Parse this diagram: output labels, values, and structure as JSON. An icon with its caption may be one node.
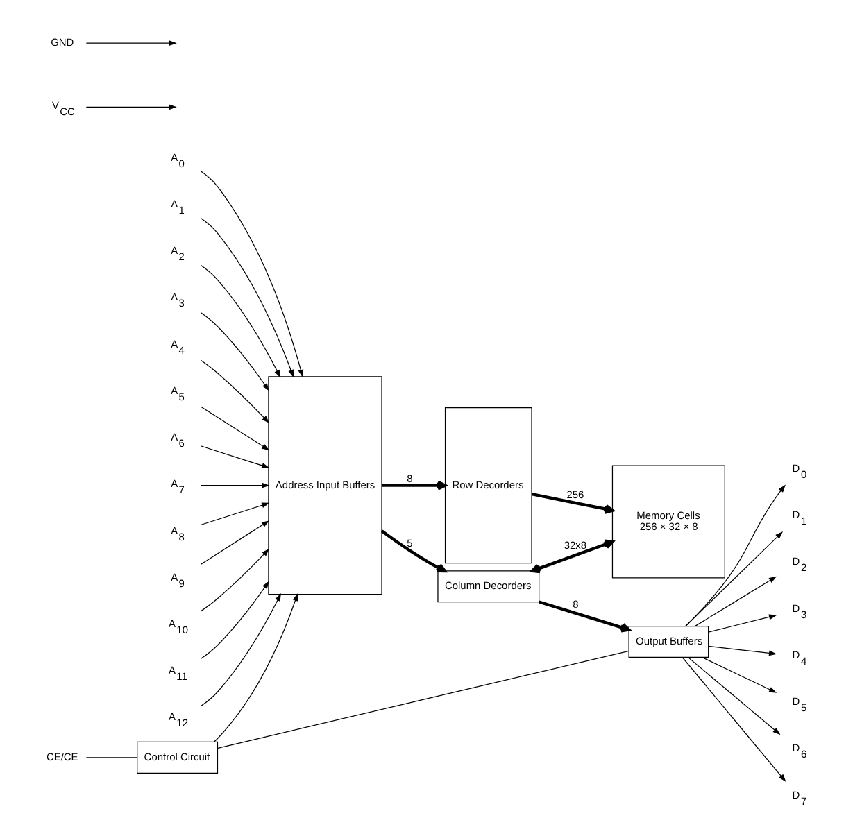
{
  "diagram": {
    "nodes": [
      {
        "text": [
          "Control Circuit"
        ]
      },
      {
        "text": [
          "Output Buffers"
        ]
      },
      {
        "text": [
          "Column Decorders"
        ]
      },
      {
        "text": [
          "Memory Cells",
          "256 × 32 × 8"
        ]
      },
      {
        "text": [
          "Address Input Buffers"
        ]
      },
      {
        "text": [
          "Row Decorders"
        ]
      },
      {
        "text": [
          "CE/CE"
        ]
      },
      {
        "text": [
          "V$_{CC}$"
        ]
      },
      {
        "text": [
          "GND"
        ]
      },
      {
        "text": [
          "D$_{0}$"
        ]
      },
      {
        "text": [
          "D$_{1}$"
        ]
      },
      {
        "text": [
          "D$_{2}$"
        ]
      },
      {
        "text": [
          "D$_{3}$"
        ]
      },
      {
        "text": [
          "D$_{4}$"
        ]
      },
      {
        "text": [
          "D$_{5}$"
        ]
      },
      {
        "text": [
          "D$_{6}$"
        ]
      },
      {
        "text": [
          "D$_{7}$"
        ]
      },
      {
        "text": [
          "A$_{0}$"
        ]
      },
      {
        "text": [
          "A$_{1}$"
        ]
      },
      {
        "text": [
          "A$_{2}$"
        ]
      },
      {
        "text": [
          "A$_{3}$"
        ]
      },
      {
        "text": [
          "A$_{4}$"
        ]
      },
      {
        "text": [
          "A$_{5}$"
        ]
      },
      {
        "text": [
          "A$_{6}$"
        ]
      },
      {
        "text": [
          "A$_{7}$"
        ]
      },
      {
        "text": [
          "A$_{8}$"
        ]
      },
      {
        "text": [
          "A$_{9}$"
        ]
      },
      {
        "text": [
          "A$_{10}$"
        ]
      },
      {
        "text": [
          "A$_{11}$"
        ]
      },
      {
        "text": [
          "A$_{12}$"
        ]
      }
    ],
    "edges": [
      {
        "from": 6,
        "to": 0,
        "arrow": "none"
      },
      {
        "from": 7,
        "to": null,
        "arrow": "to"
      },
      {
        "from": 8,
        "to": null,
        "arrow": "to"
      },
      {
        "from": 0,
        "to": 1,
        "arrow": "none"
      },
      {
        "from": 0,
        "to": 4,
        "arrow": "to"
      },
      {
        "from": 1,
        "to": 9,
        "arrow": "to"
      },
      {
        "from": 1,
        "to": 10,
        "arrow": "to"
      },
      {
        "from": 1,
        "to": 11,
        "arrow": "to"
      },
      {
        "from": 1,
        "to": 12,
        "arrow": "to"
      },
      {
        "from": 1,
        "to": 13,
        "arrow": "to"
      },
      {
        "from": 1,
        "to": 14,
        "arrow": "to"
      },
      {
        "from": 1,
        "to": 15,
        "arrow": "to"
      },
      {
        "from": 1,
        "to": 16,
        "arrow": "to"
      },
      {
        "from": 17,
        "to": 4,
        "arrow": "to"
      },
      {
        "from": 18,
        "to": 4,
        "arrow": "to"
      },
      {
        "from": 19,
        "to": 4,
        "arrow": "to"
      },
      {
        "from": 20,
        "to": 4,
        "arrow": "to"
      },
      {
        "from": 21,
        "to": 4,
        "arrow": "to"
      },
      {
        "from": 22,
        "to": 4,
        "arrow": "to"
      },
      {
        "from": 23,
        "to": 4,
        "arrow": "to"
      },
      {
        "from": 24,
        "to": 4,
        "arrow": "to"
      },
      {
        "from": 25,
        "to": 4,
        "arrow": "to"
      },
      {
        "from": 26,
        "to": 4,
        "arrow": "to"
      },
      {
        "from": 27,
        "to": 4,
        "arrow": "to"
      },
      {
        "from": 28,
        "to": 4,
        "arrow": "to"
      },
      {
        "from": 29,
        "to": 4,
        "arrow": "to"
      },
      {
        "from": 4,
        "to": 2,
        "arrow": "to",
        "label": "5",
        "style": "thick"
      },
      {
        "from": 4,
        "to": 5,
        "arrow": "to",
        "label": "8",
        "style": "thick"
      },
      {
        "from": 5,
        "to": 3,
        "arrow": "to",
        "label": "256",
        "style": "thick"
      },
      {
        "from": 2,
        "to": 1,
        "arrow": "to",
        "label": "8",
        "style": "thick"
      },
      {
        "from": 2,
        "to": 3,
        "arrow": "both",
        "label": "32x8",
        "style": "thick"
      }
    ]
  }
}
